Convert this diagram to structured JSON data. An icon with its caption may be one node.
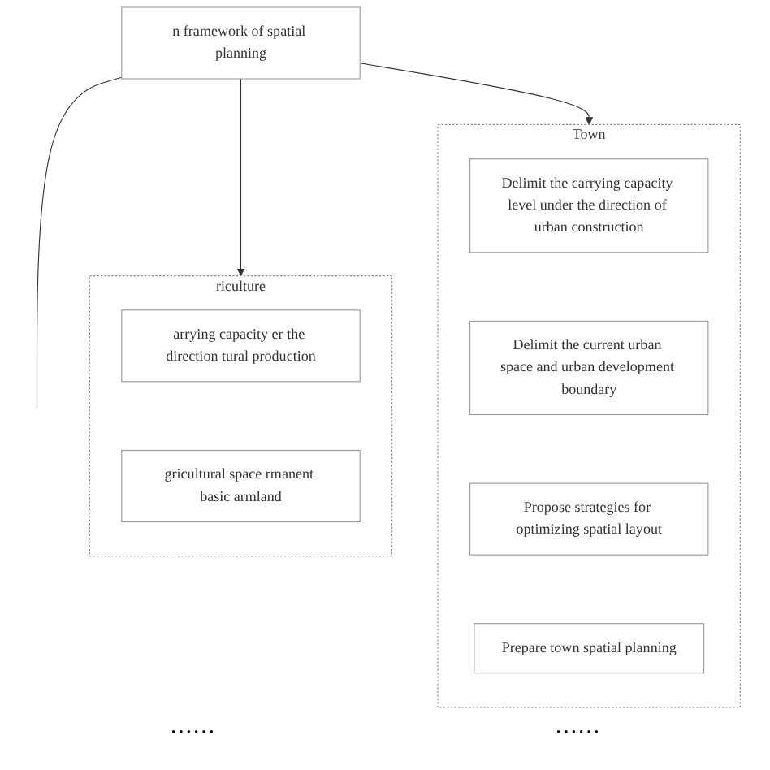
{
  "diagram": {
    "nodes": [
      {
        "text": [
          "n framework of spatial planning"
        ]
      },
      {
        "text": [
          "riculture"
        ]
      },
      {
        "text": [
          "arrying capacity er the direction tural production"
        ],
        "in": 1
      },
      {
        "text": [
          "gricultural space rmanent basic armland"
        ],
        "in": 1
      },
      {
        "text": [
          "Town"
        ]
      },
      {
        "text": [
          "Delimit the carrying capacity level under the direction of urban construction"
        ],
        "in": 4
      },
      {
        "text": [
          "Delimit the current urban space and urban development boundary"
        ],
        "in": 4
      },
      {
        "text": [
          "Propose strategies for optimizing spatial layout"
        ],
        "in": 4
      },
      {
        "text": [
          "Prepare town spatial planning"
        ],
        "in": 4
      }
    ],
    "edges": [
      {
        "from": 0,
        "to": null,
        "arrow": "none"
      },
      {
        "from": 0,
        "to": 1,
        "arrow": "to"
      },
      {
        "from": 0,
        "to": 4,
        "arrow": "to"
      }
    ],
    "labels": [
      "……",
      "……"
    ]
  }
}
